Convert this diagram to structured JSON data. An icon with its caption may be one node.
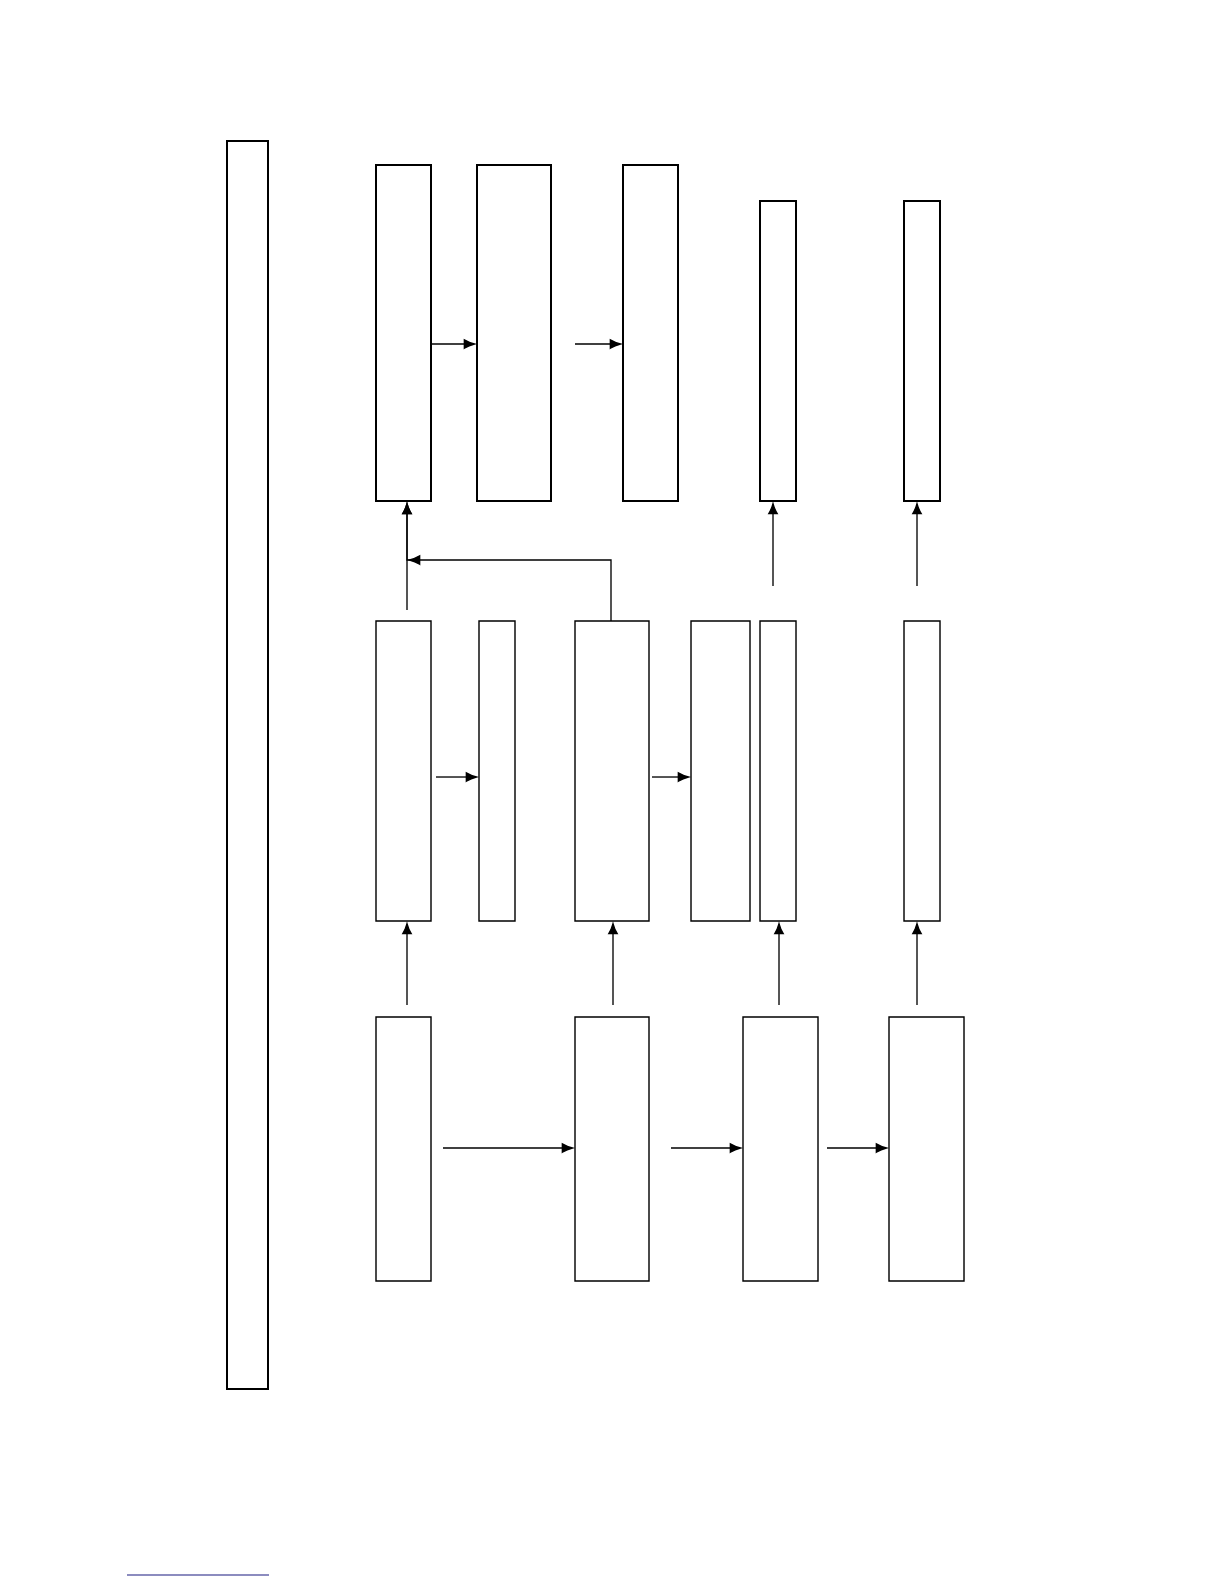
{
  "diagram": {
    "nodes": [
      {
        "text": [],
        "shape": "box"
      },
      {
        "text": [],
        "shape": "box"
      },
      {
        "text": [],
        "shape": "box"
      },
      {
        "text": [],
        "shape": "box"
      },
      {
        "text": [],
        "shape": "box"
      },
      {
        "text": [],
        "shape": "box"
      },
      {
        "text": [],
        "shape": "box"
      },
      {
        "text": [],
        "shape": "box"
      },
      {
        "text": [],
        "shape": "box"
      },
      {
        "text": [],
        "shape": "box"
      },
      {
        "text": [],
        "shape": "box"
      },
      {
        "text": [],
        "shape": "box"
      },
      {
        "text": [],
        "shape": "box"
      },
      {
        "text": [],
        "shape": "box"
      },
      {
        "text": [],
        "shape": "box"
      },
      {
        "text": [],
        "shape": "box"
      }
    ],
    "edges": [
      {
        "from": 1,
        "to": 2,
        "arrow": "to"
      },
      {
        "from": 2,
        "to": 3,
        "arrow": "to"
      },
      {
        "from": 6,
        "to": 7,
        "arrow": "to"
      },
      {
        "from": 8,
        "to": 9,
        "arrow": "to"
      },
      {
        "from": 12,
        "to": 13,
        "arrow": "to"
      },
      {
        "from": 13,
        "to": 14,
        "arrow": "to"
      },
      {
        "from": 14,
        "to": 15,
        "arrow": "to"
      },
      {
        "from": 12,
        "to": 6,
        "arrow": "to"
      },
      {
        "from": 13,
        "to": 8,
        "arrow": "to"
      },
      {
        "from": 14,
        "to": 10,
        "arrow": "to"
      },
      {
        "from": 15,
        "to": 11,
        "arrow": "to"
      },
      {
        "from": 6,
        "to": 1,
        "arrow": "to"
      },
      {
        "from": 8,
        "to": 1,
        "arrow": "to"
      },
      {
        "from": 10,
        "to": 4,
        "arrow": "to"
      },
      {
        "from": 11,
        "to": 5,
        "arrow": "to"
      }
    ]
  }
}
